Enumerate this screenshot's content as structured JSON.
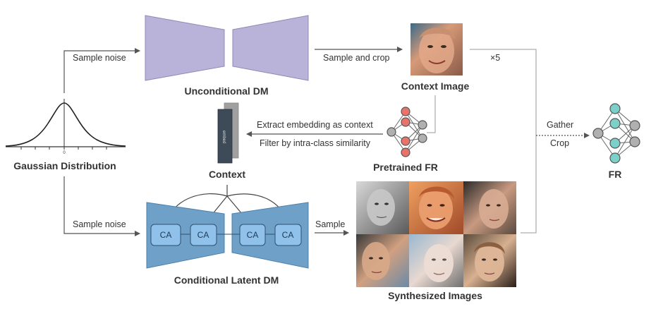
{
  "labels": {
    "sample_noise_top": "Sample noise",
    "sample_noise_bottom": "Sample noise",
    "sample_and_crop": "Sample and crop",
    "times5": "×5",
    "extract_embedding": "Extract embedding as context",
    "filter_similarity": "Filter by intra-class similarity",
    "gather": "Gather",
    "crop": "Crop",
    "sample": "Sample",
    "embed_tag": "embed"
  },
  "nodes": {
    "unconditional_dm": "Unconditional DM",
    "context_image": "Context Image",
    "context": "Context",
    "pretrained_fr": "Pretrained FR",
    "gaussian": "Gaussian Distribution",
    "conditional_dm": "Conditional Latent DM",
    "synthesized": "Synthesized Images",
    "fr": "FR"
  },
  "gaussian_axis_zero": "0",
  "ca_blocks": [
    "CA",
    "CA",
    "CA",
    "CA"
  ],
  "colors": {
    "unconditional": "#b9b3d9",
    "conditional": "#6fa0c8",
    "ca_fill": "#8fc1ea",
    "node_red": "#e9726a",
    "node_teal": "#7dcfc9",
    "node_gray": "#b0b0b0",
    "arrow": "#555555"
  }
}
